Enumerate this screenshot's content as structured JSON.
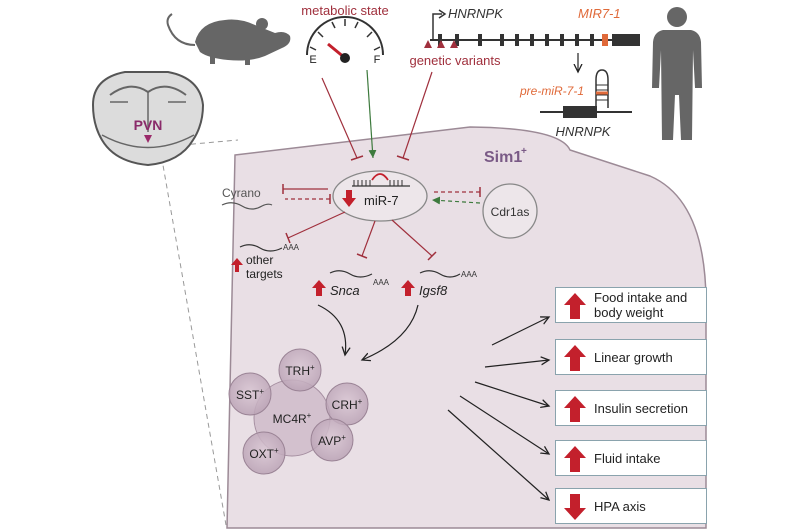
{
  "top": {
    "metabolic_state": "metabolic state",
    "gauge_empty": "E",
    "gauge_full": "F",
    "genetic_variants": "genetic variants",
    "gene_hnrnpk": "HNRNPK",
    "gene_mir7": "MIR7-1",
    "pre_mir": "pre-miR-7-1",
    "gene_hnrnpk_bottom": "HNRNPK"
  },
  "brain": {
    "pvn": "PVN"
  },
  "panel": {
    "title": "Sim1",
    "title_sup": "+",
    "center": "miR-7",
    "cyrano": "Cyrano",
    "cdr1as": "Cdr1as",
    "other_targets_line1": "other",
    "other_targets_line2": "targets",
    "snca": "Snca",
    "igsf8": "Igsf8",
    "aaa": "AAA",
    "neurons": {
      "trh": "TRH",
      "sst": "SST",
      "mc4r": "MC4R",
      "crh": "CRH",
      "oxt": "OXT",
      "avp": "AVP",
      "plus": "+"
    }
  },
  "outcomes": [
    {
      "line1": "Food intake and",
      "line2": "body weight",
      "direction": "up"
    },
    {
      "line1": "Linear growth",
      "line2": "",
      "direction": "up"
    },
    {
      "line1": "Insulin secretion",
      "line2": "",
      "direction": "up"
    },
    {
      "line1": "Fluid intake",
      "line2": "",
      "direction": "up"
    },
    {
      "line1": "HPA axis",
      "line2": "",
      "direction": "down"
    }
  ],
  "colors": {
    "inhibit": "#a0303d",
    "activate": "#3d7a3d",
    "arrow_fill": "#c3202c",
    "panel_fill": "#e8dde3",
    "panel_stroke": "#9c8a96",
    "title": "#7a5a86",
    "mir_orange": "#e06a3a"
  }
}
